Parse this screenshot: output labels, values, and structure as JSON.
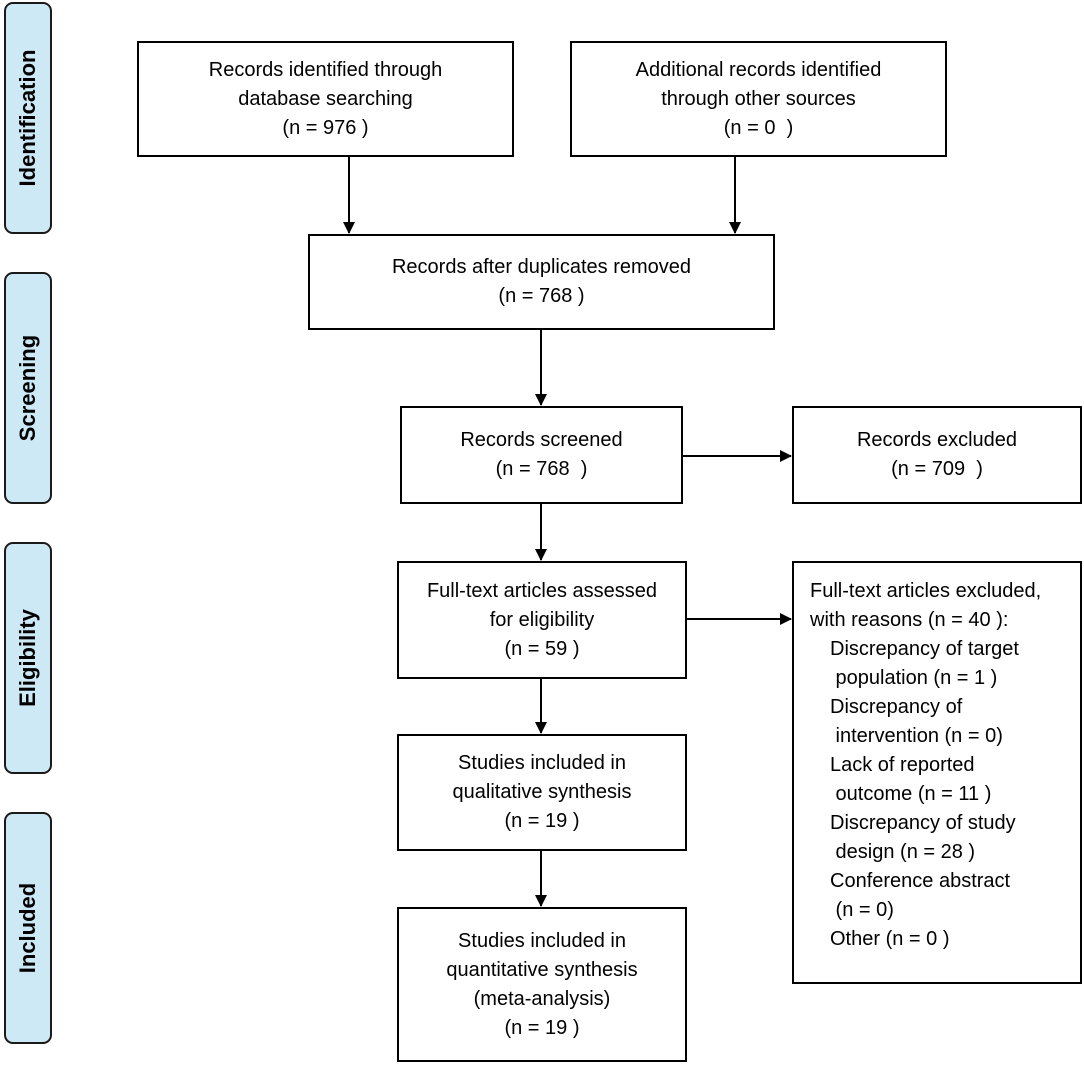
{
  "phases": [
    {
      "id": "identification",
      "label": "Identification"
    },
    {
      "id": "screening",
      "label": "Screening"
    },
    {
      "id": "eligibility",
      "label": "Eligibility"
    },
    {
      "id": "included",
      "label": "Included"
    }
  ],
  "boxes": {
    "db_search": {
      "lines": [
        "Records identified through",
        "database searching",
        "(n = 976 )"
      ]
    },
    "other_sources": {
      "lines": [
        "Additional records identified",
        "through other sources",
        "(n = 0  )"
      ]
    },
    "after_duplicates": {
      "lines": [
        "Records after duplicates removed",
        "(n = 768 )"
      ]
    },
    "screened": {
      "lines": [
        "Records screened",
        "(n = 768  )"
      ]
    },
    "excluded": {
      "lines": [
        "Records excluded",
        "(n = 709  )"
      ]
    },
    "fulltext_assessed": {
      "lines": [
        "Full-text articles assessed",
        "for eligibility",
        "(n = 59 )"
      ]
    },
    "qualitative": {
      "lines": [
        "Studies included in",
        "qualitative synthesis",
        "(n = 19 )"
      ]
    },
    "quantitative": {
      "lines": [
        "Studies included in",
        "quantitative synthesis",
        "(meta-analysis)",
        "(n = 19 )"
      ]
    }
  },
  "fulltext_excluded": {
    "header": [
      "Full-text articles excluded,",
      "with reasons (n = 40 ):"
    ],
    "reasons": [
      [
        "Discrepancy of target",
        " population (n = 1 )"
      ],
      [
        "Discrepancy of",
        " intervention (n = 0)"
      ],
      [
        "Lack of reported",
        " outcome (n = 11 )"
      ],
      [
        "Discrepancy of study",
        " design (n = 28 )"
      ],
      [
        "Conference abstract",
        " (n = 0)"
      ],
      [
        "Other (n = 0 )"
      ]
    ]
  }
}
